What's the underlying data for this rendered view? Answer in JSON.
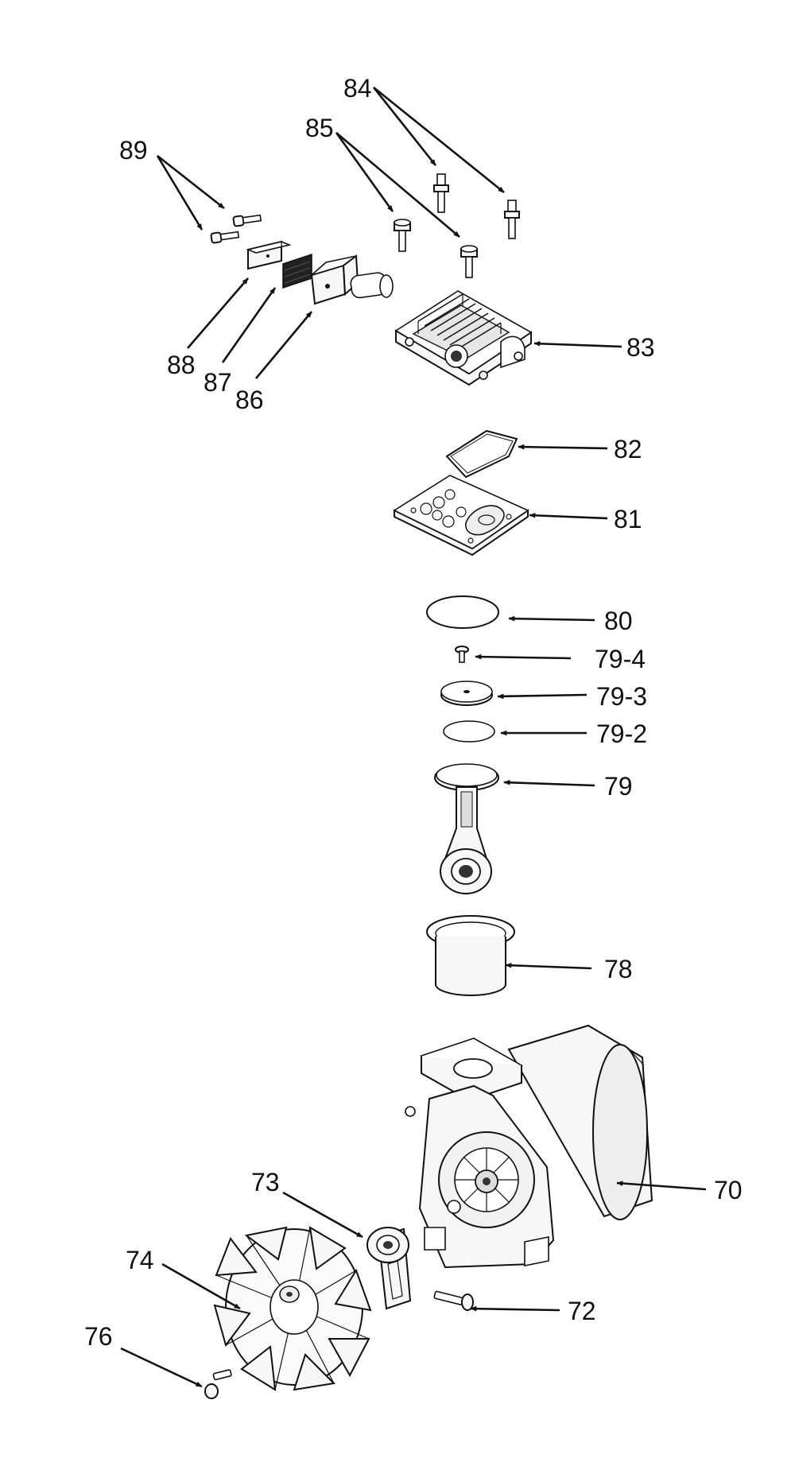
{
  "diagram": {
    "labels": {
      "p70": "70",
      "p72": "72",
      "p73": "73",
      "p74": "74",
      "p76": "76",
      "p78": "78",
      "p79": "79",
      "p79_2": "79-2",
      "p79_3": "79-3",
      "p79_4": "79-4",
      "p80": "80",
      "p81": "81",
      "p82": "82",
      "p83": "83",
      "p84": "84",
      "p85": "85",
      "p86": "86",
      "p87": "87",
      "p88": "88",
      "p89": "89"
    }
  }
}
